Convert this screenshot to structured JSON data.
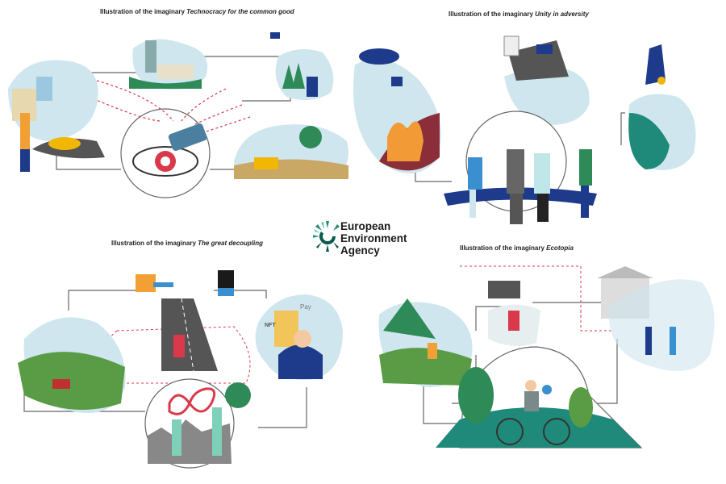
{
  "titles": {
    "prefix": "Illustration of the imaginary",
    "top_left": "Technocracy for the common good",
    "top_right": "Unity in adversity",
    "bottom_left": "The great decoupling",
    "bottom_right": "Ecotopia"
  },
  "logo": {
    "line1": "European",
    "line2": "Environment",
    "line3": "Agency"
  },
  "illustration_text": {
    "nft": "NFT",
    "pay": "Pay"
  },
  "colors": {
    "teal": "#1f8a7a",
    "dark_green": "#0c5a4c",
    "navy": "#1e3a8a",
    "red": "#d9394a",
    "light_blue": "#cfe6ef"
  }
}
